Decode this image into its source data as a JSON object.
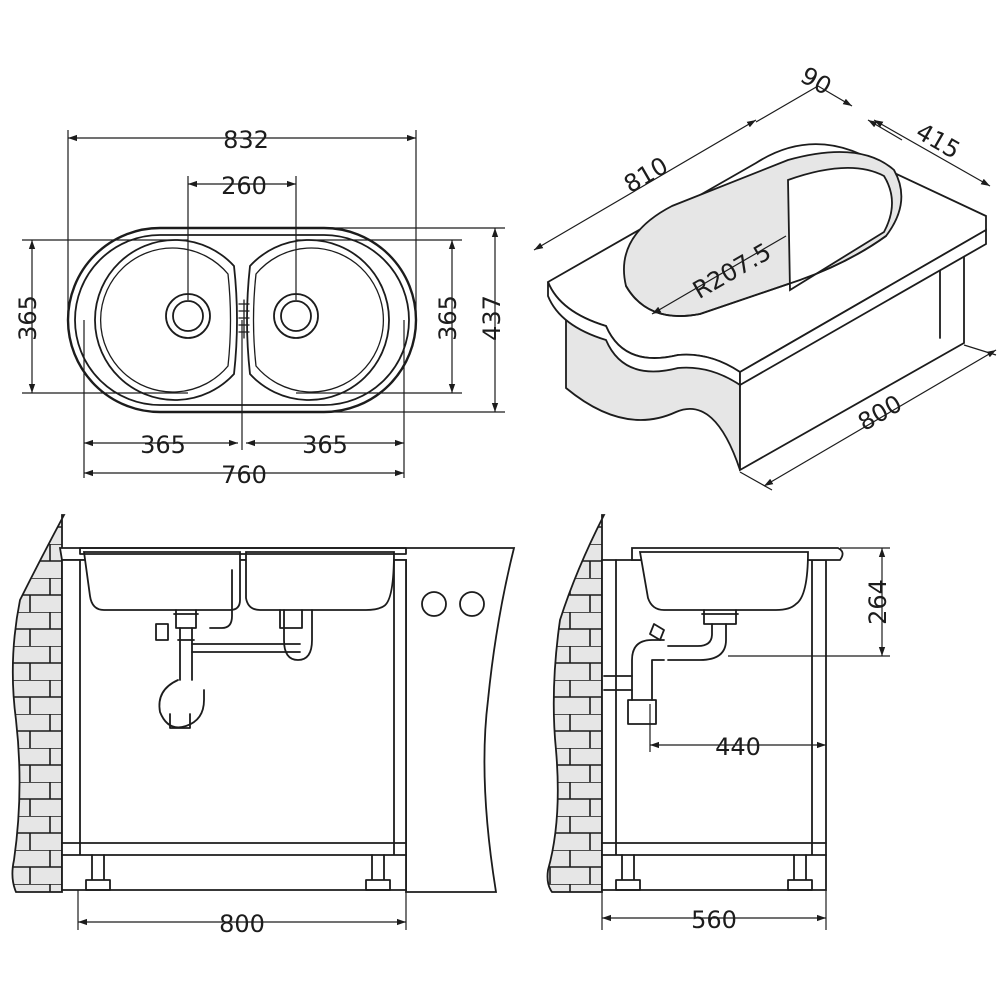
{
  "top_view": {
    "overall_width": "832",
    "bowl_center_distance": "260",
    "bowl_height_left": "365",
    "bowl_height_right": "365",
    "overall_depth": "437",
    "bowl_width_left": "365",
    "bowl_width_right": "365",
    "inner_width": "760"
  },
  "iso_view": {
    "edge_offset": "90",
    "depth": "415",
    "length": "810",
    "radius": "R207.5",
    "cabinet_width": "800"
  },
  "front_view": {
    "cabinet_width": "800"
  },
  "side_view": {
    "bowl_depth": "264",
    "drain_distance": "440",
    "cabinet_depth": "560"
  }
}
